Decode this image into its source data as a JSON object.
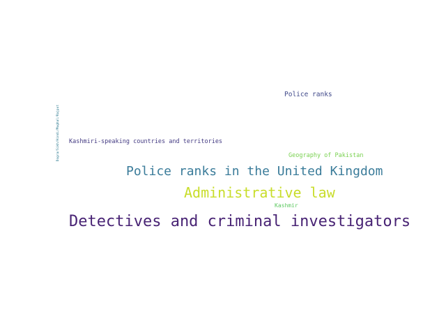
{
  "words": [
    {
      "text": "Detectives and criminal investigators",
      "color": "#482374"
    },
    {
      "text": "Police ranks in the United Kingdom",
      "color": "#3b7c9a"
    },
    {
      "text": "Administrative law",
      "color": "#c8dd2a"
    },
    {
      "text": "Police ranks",
      "color": "#3f4889"
    },
    {
      "text": "Kashmiri-speaking countries and territories",
      "color": "#433a82"
    },
    {
      "text": "Geography of Pakistan",
      "color": "#7ad151"
    },
    {
      "text": "Kashmir",
      "color": "#5ec962"
    },
    {
      "text": "Dogra/Sikh/Hindi/Mughal/Rajput",
      "color": "#2a788e"
    }
  ]
}
